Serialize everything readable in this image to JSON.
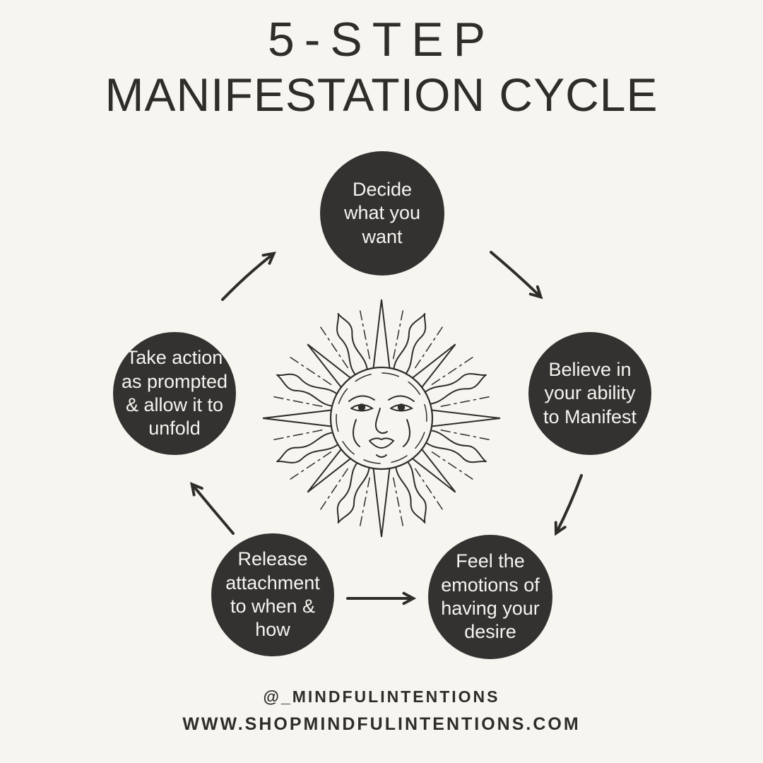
{
  "meta": {
    "colors": {
      "bg": "#f7f5ef",
      "ink": "#2f2d2a",
      "circle-fill": "#343231",
      "circle-text": "#f6f4ee"
    }
  },
  "title": {
    "line1": "5-STEP",
    "line2": "MANIFESTATION CYCLE"
  },
  "steps": [
    {
      "name": "decide",
      "text": "Decide\nwhat you\nwant"
    },
    {
      "name": "believe",
      "text": "Believe in\nyour ability\nto Manifest"
    },
    {
      "name": "feel",
      "text": "Feel the\nemotions of\nhaving your\ndesire"
    },
    {
      "name": "release",
      "text": "Release\nattachment\nto when &\nhow"
    },
    {
      "name": "take-action",
      "text": "Take action\nas prompted\n& allow it to\nunfold"
    }
  ],
  "cycle_connections": [
    {
      "from": "take-action",
      "to": "decide"
    },
    {
      "from": "decide",
      "to": "believe"
    },
    {
      "from": "believe",
      "to": "feel"
    },
    {
      "from": "release",
      "to": "feel"
    },
    {
      "from": "release",
      "to": "take-action"
    }
  ],
  "icons": {
    "center_illustration": "sun-face-icon",
    "connectors": "arrow-icon"
  },
  "footer": {
    "handle": "@_MINDFULINTENTIONS",
    "website": "WWW.SHOPMINDFULINTENTIONS.COM"
  }
}
